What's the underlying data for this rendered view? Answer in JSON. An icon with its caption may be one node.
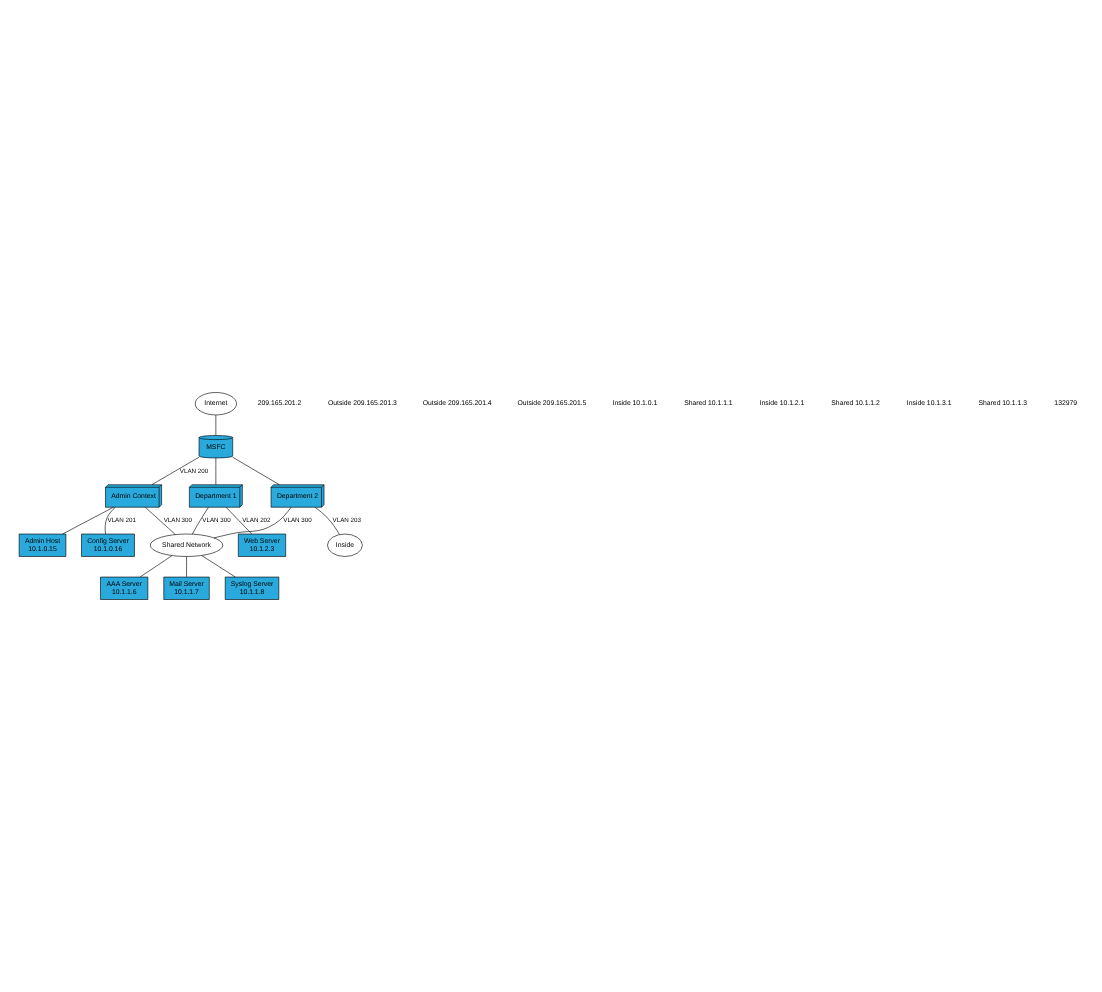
{
  "diagram": {
    "nodes": [
      {
        "text": [
          "Internet"
        ]
      },
      {
        "text": [
          "MSFC"
        ]
      },
      {
        "text": [
          "Admin Context"
        ]
      },
      {
        "text": [
          "Department 1"
        ]
      },
      {
        "text": [
          "Department 2"
        ]
      },
      {
        "text": [
          "Config Server",
          "10.1.0.16"
        ]
      },
      {
        "text": [
          "Admin Host",
          "10.1.0.15"
        ]
      },
      {
        "text": [
          "Web Server",
          "10.1.2.3"
        ]
      },
      {
        "text": [
          "Inside"
        ]
      },
      {
        "text": [
          "Shared Network"
        ]
      },
      {
        "text": [
          "AAA Server",
          "10.1.1.6"
        ]
      },
      {
        "text": [
          "Mail Server",
          "10.1.1.7"
        ]
      },
      {
        "text": [
          "Syslog Server",
          "10.1.1.8"
        ]
      }
    ],
    "edges": [
      {
        "from": 0,
        "to": 1,
        "arrow": "none"
      },
      {
        "from": 1,
        "to": 2,
        "arrow": "none",
        "label": "VLAN 200"
      },
      {
        "from": 1,
        "to": 3,
        "arrow": "none"
      },
      {
        "from": 1,
        "to": 4,
        "arrow": "none"
      },
      {
        "from": 2,
        "to": 5,
        "arrow": "none",
        "label": "VLAN 201"
      },
      {
        "from": 2,
        "to": 6,
        "arrow": "none"
      },
      {
        "from": 3,
        "to": 7,
        "arrow": "none",
        "label": "VLAN 202"
      },
      {
        "from": 4,
        "to": 8,
        "arrow": "none",
        "label": "VLAN 203"
      },
      {
        "from": 2,
        "to": 9,
        "arrow": "none",
        "label": "VLAN 300"
      },
      {
        "from": 3,
        "to": 9,
        "arrow": "none",
        "label": "VLAN 300"
      },
      {
        "from": 4,
        "to": 9,
        "arrow": "none",
        "label": "VLAN 300"
      },
      {
        "from": 9,
        "to": 10,
        "arrow": "none"
      },
      {
        "from": 9,
        "to": 11,
        "arrow": "none"
      },
      {
        "from": 9,
        "to": 12,
        "arrow": "none"
      }
    ],
    "labels": [
      "209.165.201.2",
      "Outside 209.165.201.3",
      "Outside 209.165.201.4",
      "Outside 209.165.201.5",
      "Inside 10.1.0.1",
      "Shared 10.1.1.1",
      "Inside 10.1.2.1",
      "Shared 10.1.1.2",
      "Inside 10.1.3.1",
      "Shared 10.1.1.3",
      "132979"
    ]
  }
}
